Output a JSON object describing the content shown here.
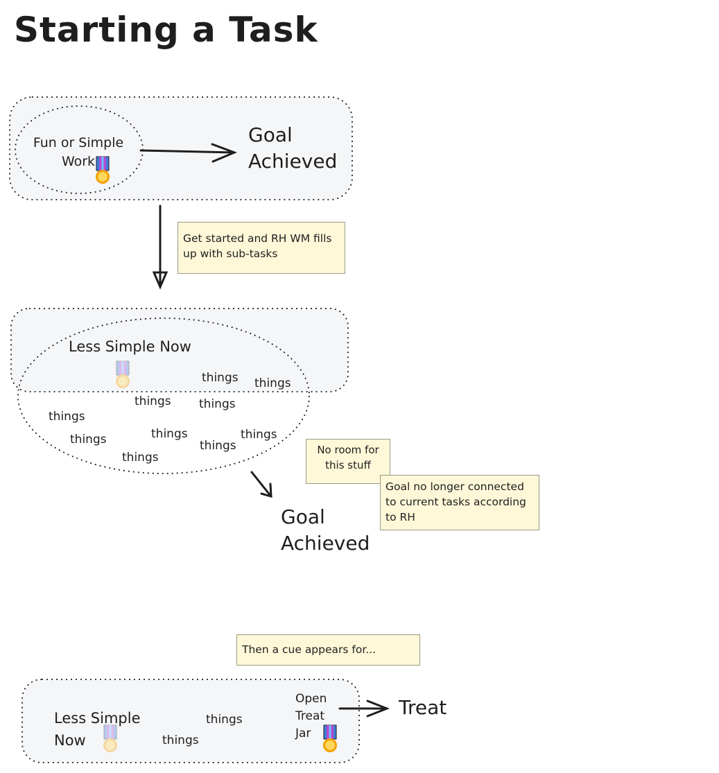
{
  "title": "Starting a Task",
  "section1": {
    "inner_label": "Fun or Simple Work",
    "goal": "Goal Achieved"
  },
  "note1": "Get started and RH WM fills up with sub-tasks",
  "section2": {
    "inner_label": "Less Simple Now",
    "things_word": "things",
    "goal": "Goal Achieved"
  },
  "note2": "No room for this stuff",
  "note3": "Goal no longer connected to current tasks according to RH",
  "note4": "Then a cue appears for...",
  "section3": {
    "label": "Less Simple Now",
    "things_word": "things",
    "cue": "Open Treat Jar",
    "treat": "Treat"
  },
  "icons": [
    "medal-icon"
  ],
  "colors": {
    "frame_fill": "#f5f6f8",
    "note_fill": "#fff8d8",
    "stroke": "#1e1e1e",
    "medal_gold": "#f5a623",
    "medal_ribbon_blue": "#3d7bd9",
    "medal_ribbon_purple": "#b64ad1"
  }
}
